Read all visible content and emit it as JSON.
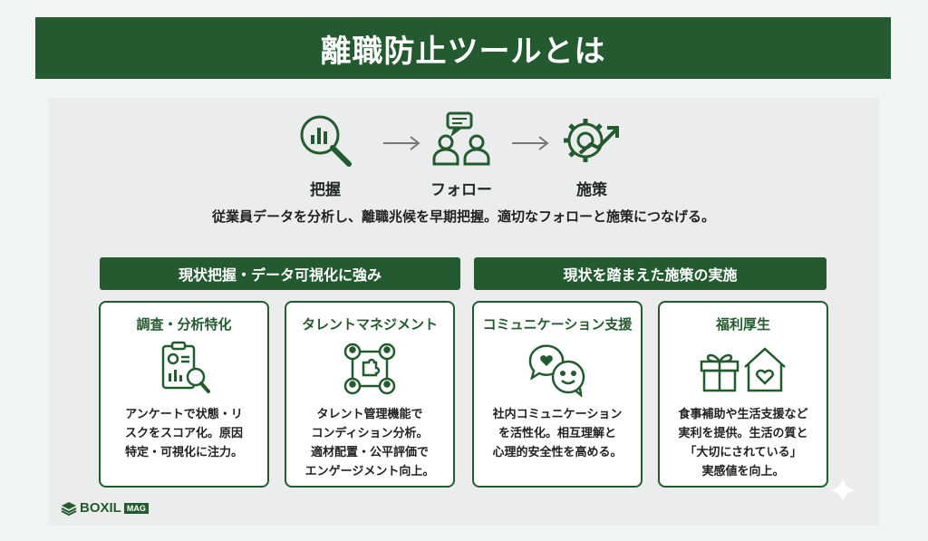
{
  "title": "離職防止ツールとは",
  "flow": {
    "steps": [
      {
        "label": "把握",
        "icon": "magnifier-chart-icon"
      },
      {
        "label": "フォロー",
        "icon": "people-chat-icon"
      },
      {
        "label": "施策",
        "icon": "gear-growth-icon"
      }
    ],
    "description": "従業員データを分析し、離職兆候を早期把握。適切なフォローと施策につなげる。"
  },
  "groups": [
    {
      "label": "現状把握・データ可視化に強み"
    },
    {
      "label": "現状を踏まえた施策の実施"
    }
  ],
  "cards": [
    {
      "title": "調査・分析特化",
      "icon": "report-magnifier-icon",
      "desc": "アンケートで状態・リ\nスクをスコア化。原因\n特定・可視化に注力。"
    },
    {
      "title": "タレントマネジメント",
      "icon": "talent-network-icon",
      "desc": "タレント管理機能で\nコンディション分析。\n適材配置・公平評価で\nエンゲージメント向上。"
    },
    {
      "title": "コミュニケーション支援",
      "icon": "speech-bubbles-icon",
      "desc": "社内コミュニケーション\nを活性化。相互理解と\n心理的安全性を高める。"
    },
    {
      "title": "福利厚生",
      "icon": "gift-house-icon",
      "desc": "食事補助や生活支援など\n実利を提供。生活の質と\n「大切にされている」\n実感値を向上。"
    }
  ],
  "logo": {
    "word": "BOXIL",
    "badge": "MAG"
  },
  "colors": {
    "brand": "#245a2f",
    "panel": "#ebecec",
    "background": "#f1f6f5"
  }
}
